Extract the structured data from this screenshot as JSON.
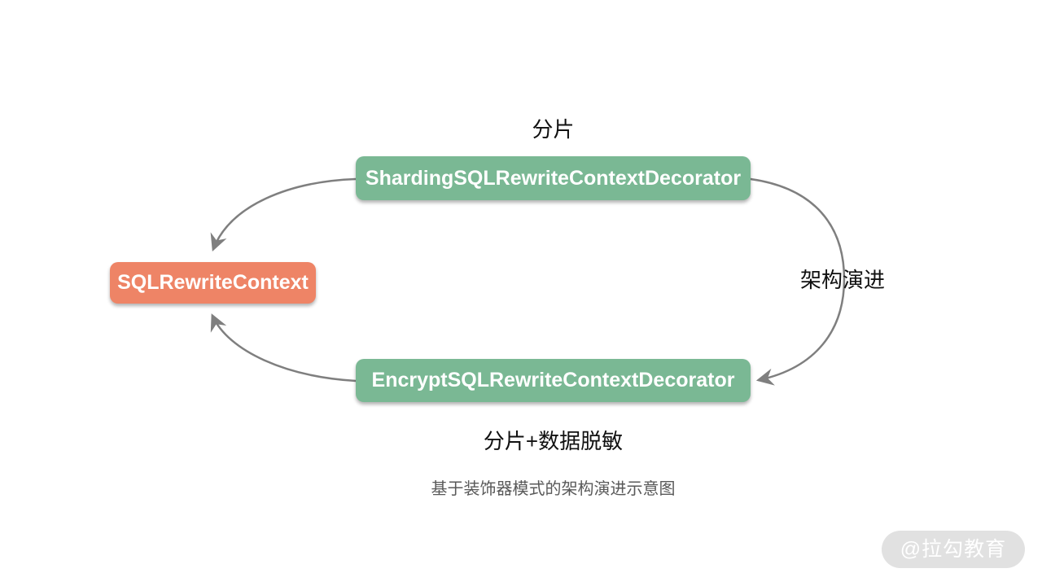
{
  "diagram": {
    "caption": "基于装饰器模式的架构演进示意图",
    "labels": {
      "top": "分片",
      "right": "架构演进",
      "bottom": "分片+数据脱敏"
    },
    "nodes": {
      "sharding_decorator": {
        "label": "ShardingSQLRewriteContextDecorator",
        "color": "#7ab894",
        "text_color": "#ffffff"
      },
      "sql_rewrite_context": {
        "label": "SQLRewriteContext",
        "color": "#ee8466",
        "text_color": "#ffffff"
      },
      "encrypt_decorator": {
        "label": "EncryptSQLRewriteContextDecorator",
        "color": "#7ab894",
        "text_color": "#ffffff"
      }
    },
    "arrows": {
      "color": "#7f7f7f",
      "connections": [
        {
          "from": "sharding_decorator",
          "to": "sql_rewrite_context"
        },
        {
          "from": "encrypt_decorator",
          "to": "sql_rewrite_context"
        },
        {
          "from": "sharding_decorator",
          "to": "encrypt_decorator"
        }
      ]
    }
  },
  "watermark": {
    "text": "@拉勾教育",
    "bg_color": "#e1e1e1",
    "text_color": "#ffffff"
  }
}
